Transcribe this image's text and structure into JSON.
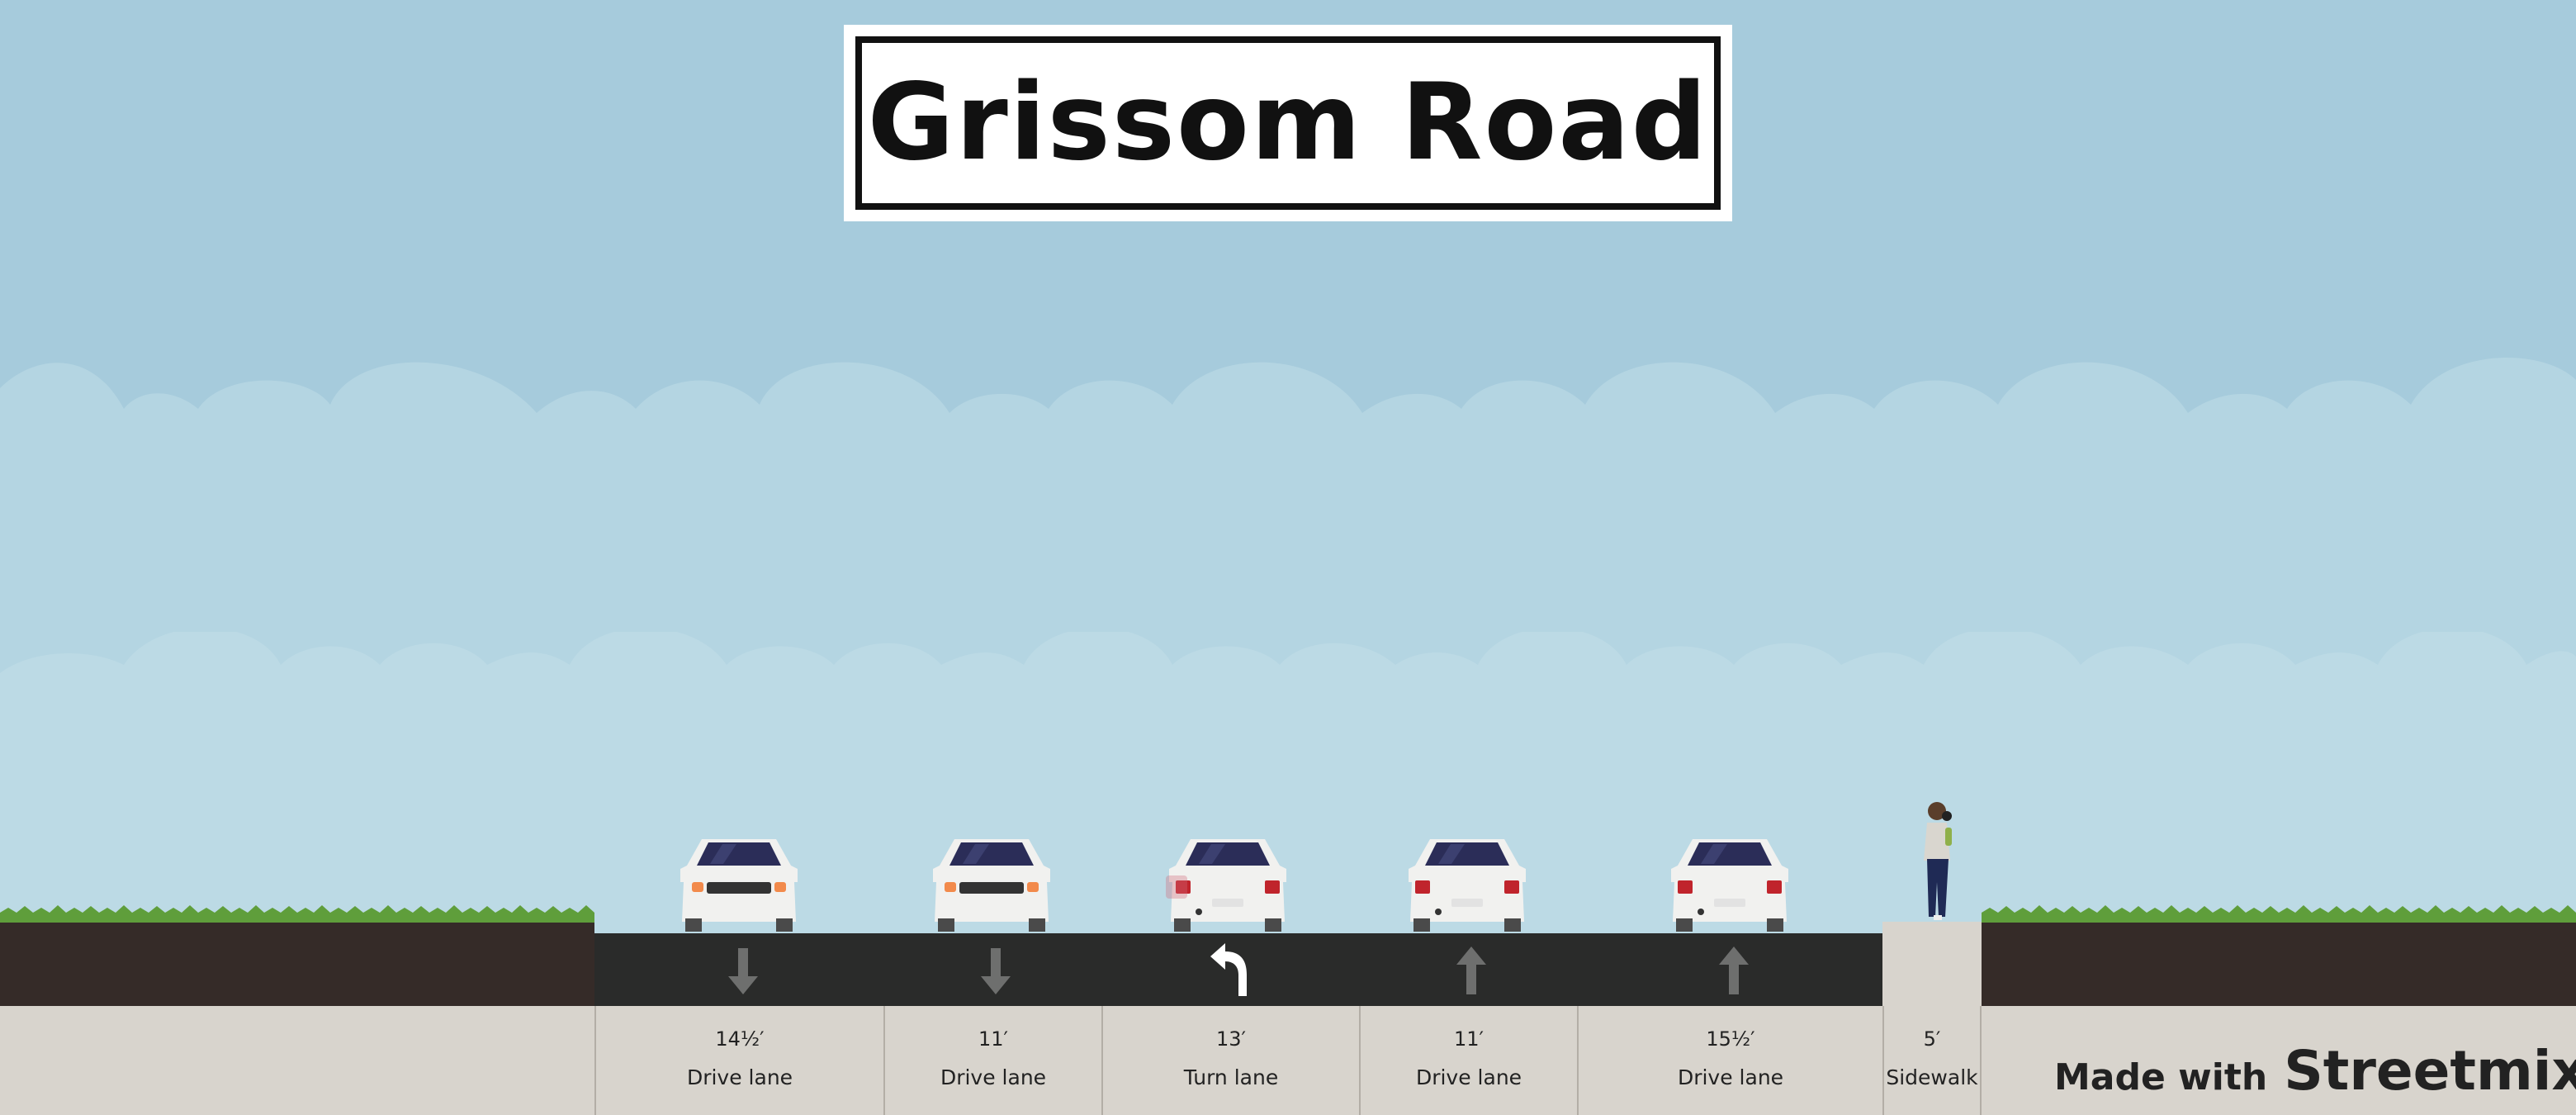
{
  "street": {
    "name": "Grissom Road"
  },
  "segments": [
    {
      "width": "14½′",
      "type": "Drive lane",
      "direction": "down"
    },
    {
      "width": "11′",
      "type": "Drive lane",
      "direction": "down"
    },
    {
      "width": "13′",
      "type": "Turn lane",
      "direction": "left-turn"
    },
    {
      "width": "11′",
      "type": "Drive lane",
      "direction": "up"
    },
    {
      "width": "15½′",
      "type": "Drive lane",
      "direction": "up"
    },
    {
      "width": "5′",
      "type": "Sidewalk"
    }
  ],
  "credit": {
    "prefix": "Made with",
    "brand": "Streetmix"
  },
  "colors": {
    "sky": "#a6cbdc",
    "asphalt": "#2a2b2a",
    "dirt": "#352b28",
    "sidewalk": "#d8d4cd",
    "grass": "#5f9e3b"
  },
  "icons": [
    "down-arrow-icon",
    "left-turn-arrow-icon",
    "up-arrow-icon",
    "car-front-icon",
    "car-rear-icon",
    "pedestrian-icon"
  ]
}
